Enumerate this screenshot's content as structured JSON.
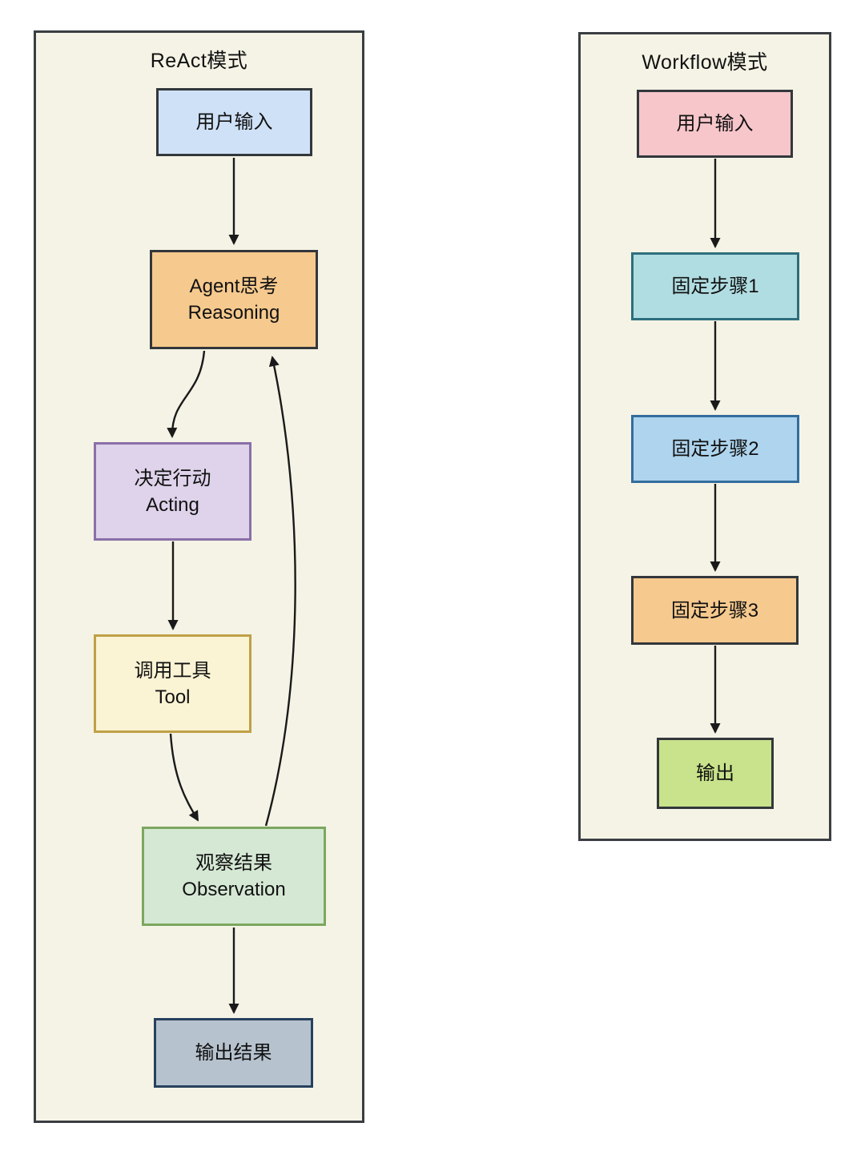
{
  "diagram": {
    "colors": {
      "page_bg": "#ffffff",
      "panel_bg": "#f4f3e5",
      "panel_border": "#3a3e42",
      "arrow": "#1a1a1a",
      "text": "#111111"
    },
    "panels": [
      {
        "title": "ReAct模式",
        "nodes": [
          {
            "label": "用户输入",
            "sub": "",
            "fill": "#cfe1f7",
            "border": "#33373c"
          },
          {
            "label": "Agent思考",
            "sub": "Reasoning",
            "fill": "#f6c98e",
            "border": "#33373c"
          },
          {
            "label": "决定行动",
            "sub": "Acting",
            "fill": "#ded3ea",
            "border": "#8a6fa8"
          },
          {
            "label": "调用工具",
            "sub": "Tool",
            "fill": "#faf3d4",
            "border": "#bfa046"
          },
          {
            "label": "观察结果",
            "sub": "Observation",
            "fill": "#d5e8d4",
            "border": "#7ca75f"
          },
          {
            "label": "输出结果",
            "sub": "",
            "fill": "#b6c2ce",
            "border": "#27415e"
          }
        ],
        "edges": [
          {
            "from": "用户输入",
            "to": "Agent思考"
          },
          {
            "from": "Agent思考",
            "to": "决定行动"
          },
          {
            "from": "决定行动",
            "to": "调用工具"
          },
          {
            "from": "调用工具",
            "to": "观察结果"
          },
          {
            "from": "观察结果",
            "to": "Agent思考"
          },
          {
            "from": "观察结果",
            "to": "输出结果"
          }
        ]
      },
      {
        "title": "Workflow模式",
        "nodes": [
          {
            "label": "用户输入",
            "sub": "",
            "fill": "#f7c6ca",
            "border": "#33373c"
          },
          {
            "label": "固定步骤1",
            "sub": "",
            "fill": "#b0dde2",
            "border": "#2e6f7d"
          },
          {
            "label": "固定步骤2",
            "sub": "",
            "fill": "#aed4ee",
            "border": "#336d9e"
          },
          {
            "label": "固定步骤3",
            "sub": "",
            "fill": "#f6c98e",
            "border": "#33373c"
          },
          {
            "label": "输出",
            "sub": "",
            "fill": "#c8e38b",
            "border": "#33373c"
          }
        ],
        "edges": [
          {
            "from": "用户输入",
            "to": "固定步骤1"
          },
          {
            "from": "固定步骤1",
            "to": "固定步骤2"
          },
          {
            "from": "固定步骤2",
            "to": "固定步骤3"
          },
          {
            "from": "固定步骤3",
            "to": "输出"
          }
        ]
      }
    ]
  }
}
